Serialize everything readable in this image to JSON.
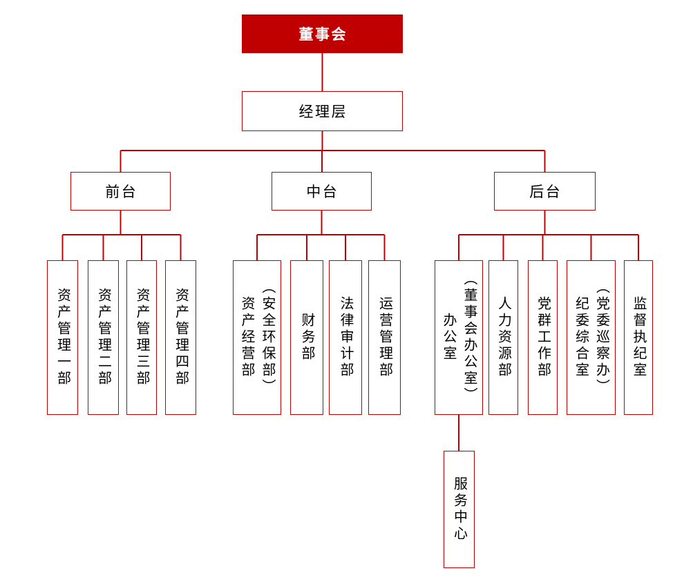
{
  "colors": {
    "accent_red": "#C00000",
    "text": "#000000",
    "background": "#FFFFFF"
  },
  "org": {
    "board": {
      "label": "董事会"
    },
    "management": {
      "label": "经理层"
    },
    "divisions": [
      {
        "label": "前台",
        "departments": [
          {
            "label": "资产管理一部"
          },
          {
            "label": "资产管理二部"
          },
          {
            "label": "资产管理三部"
          },
          {
            "label": "资产管理四部"
          }
        ]
      },
      {
        "label": "中台",
        "departments": [
          {
            "label": "资产经营部\n（安全环保部）"
          },
          {
            "label": "财务部"
          },
          {
            "label": "法律审计部"
          },
          {
            "label": "运营管理部"
          }
        ]
      },
      {
        "label": "后台",
        "departments": [
          {
            "label": "办公室\n（董事会办公室）",
            "children": [
              {
                "label": "服务中心"
              }
            ]
          },
          {
            "label": "人力资源部"
          },
          {
            "label": "党群工作部"
          },
          {
            "label": "纪委综合室\n（党委巡察办）"
          },
          {
            "label": "监督执纪室"
          }
        ]
      }
    ]
  }
}
